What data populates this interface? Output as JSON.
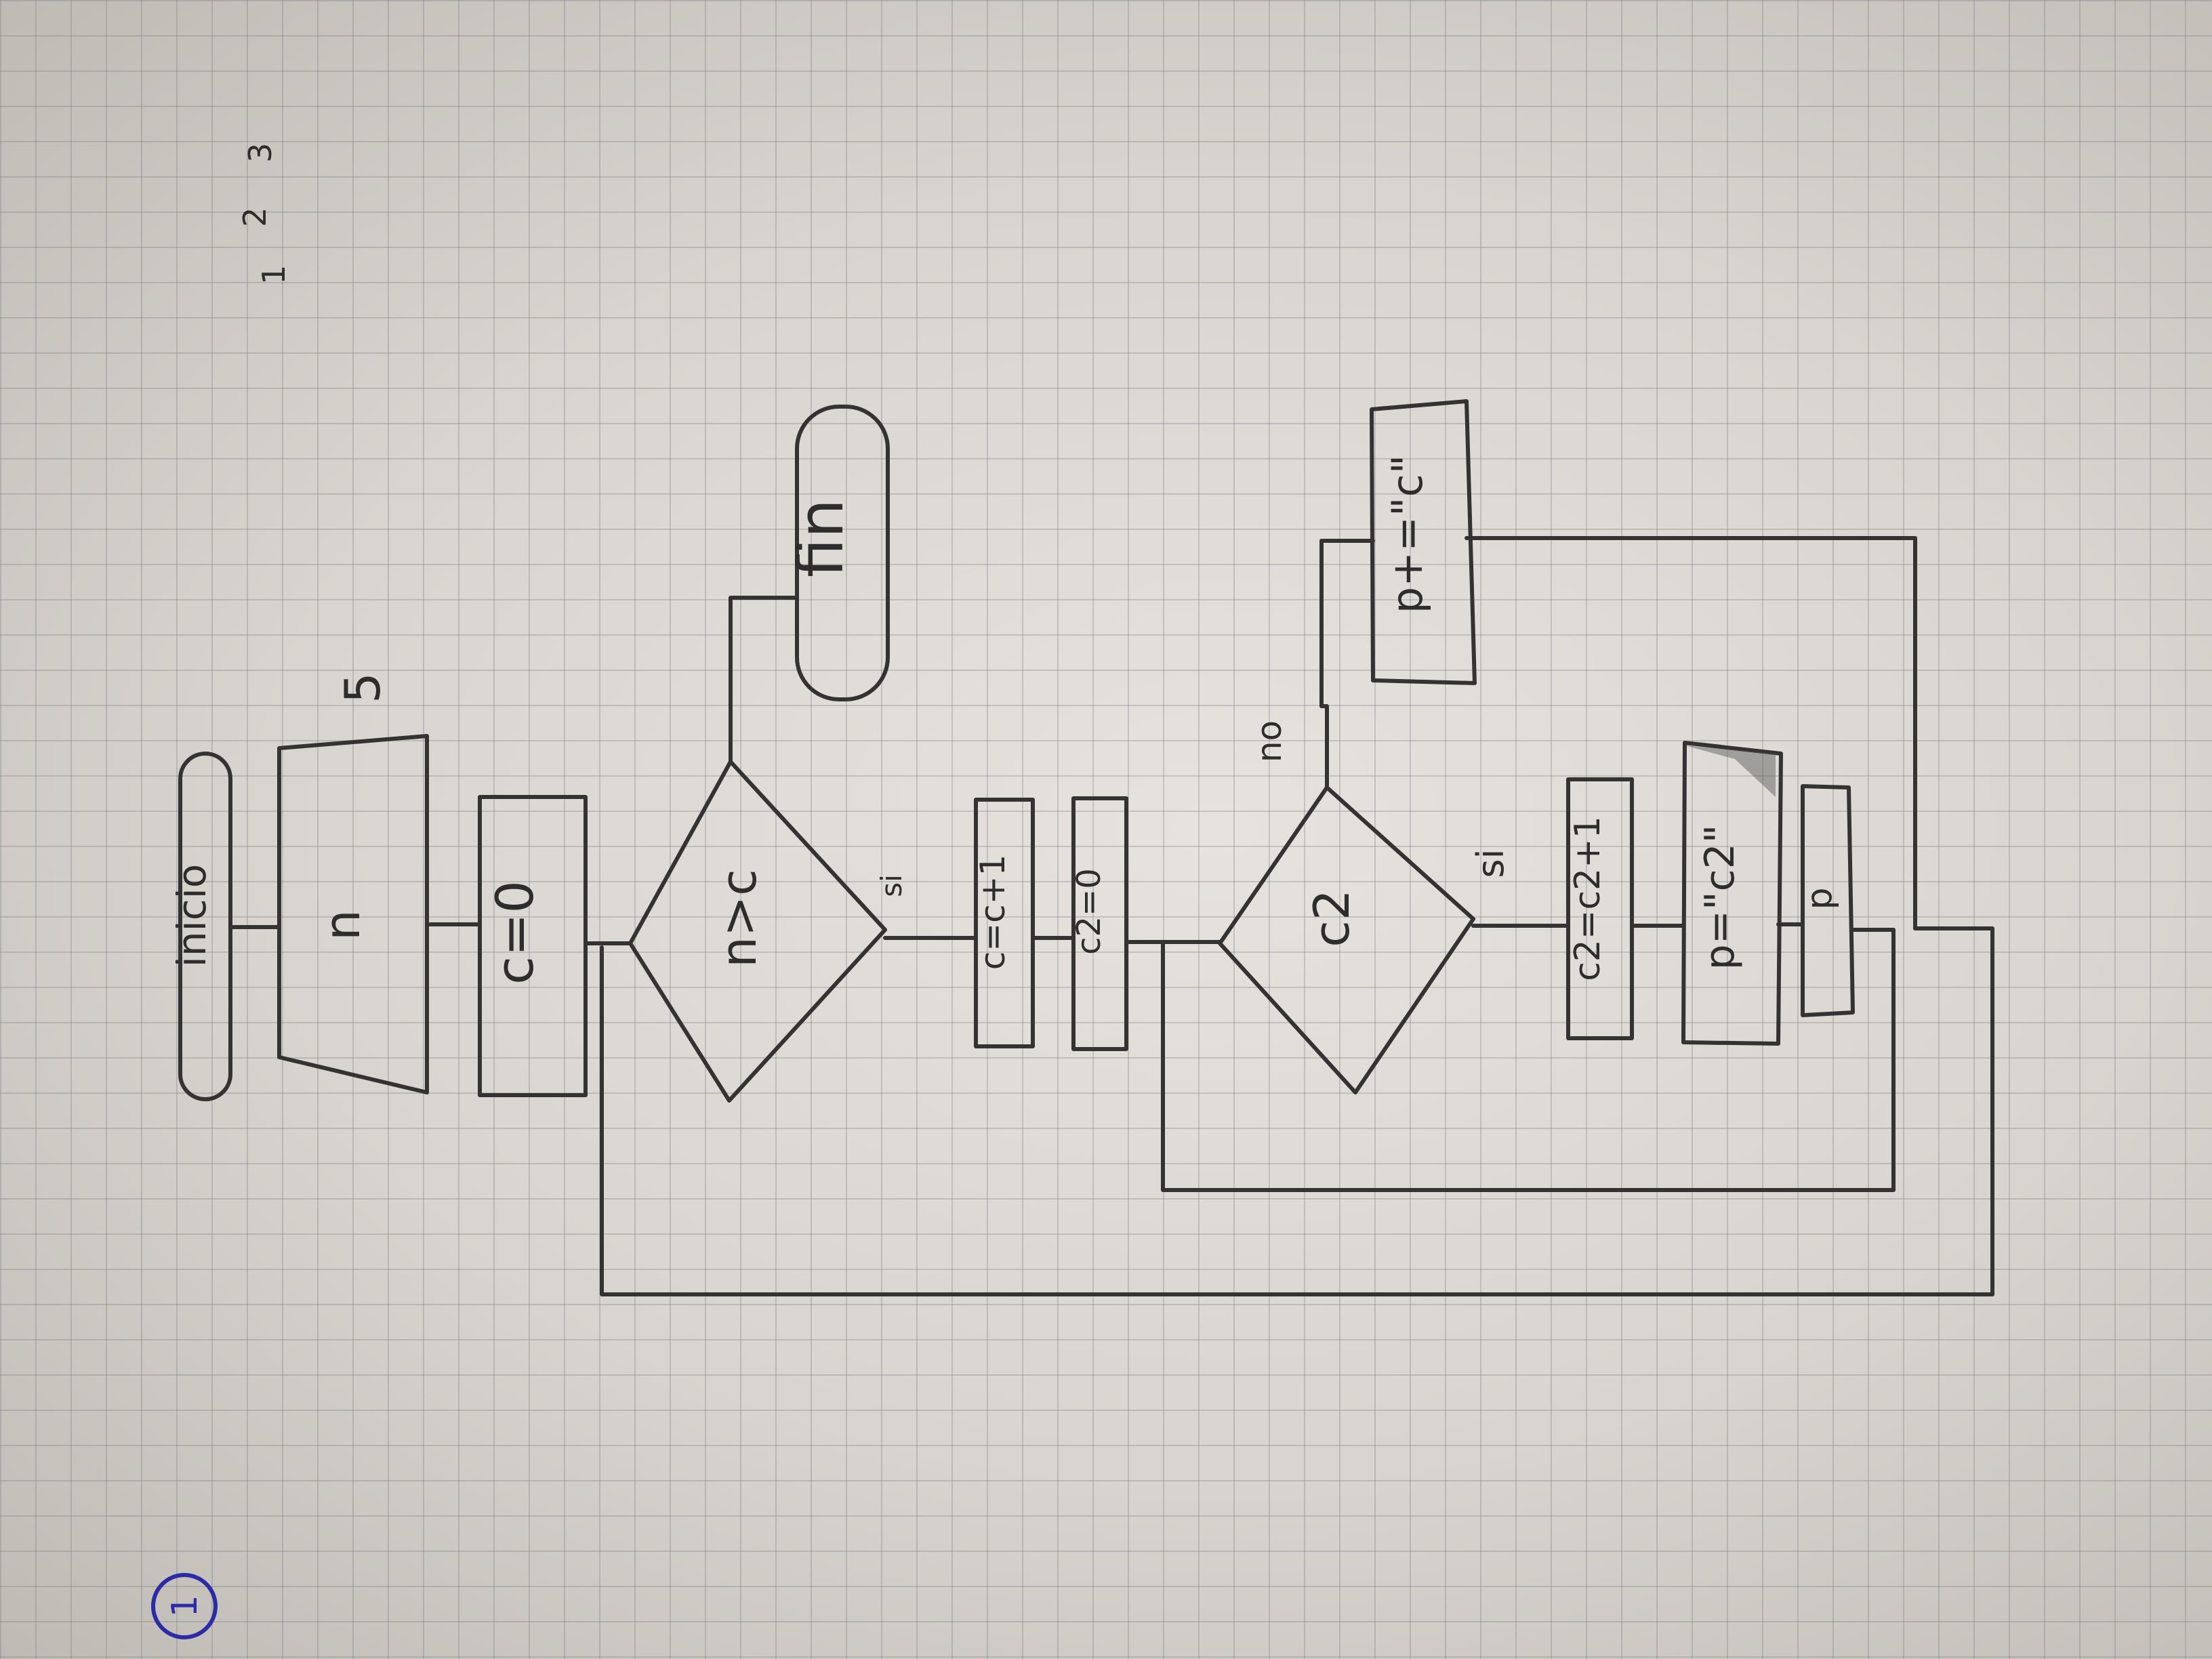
{
  "page_number": "1",
  "corner_note": [
    "1",
    "2",
    "3"
  ],
  "nodes": {
    "inicio": "inicio",
    "input_n": "n",
    "input_n_note": "5",
    "assign_c": "c=0",
    "decision_main": "n>c",
    "decision_main_yes": "si",
    "increment_c": "c=c+1",
    "reset_c2": "c2=0",
    "decision_c2": "c2",
    "decision_c2_yes": "si",
    "decision_c2_no": "no",
    "increment_c2": "c2=c2+1",
    "output_c2": "p=\"c2\"",
    "assign_p": "p",
    "output_p": "p+=\"c\"",
    "fin": "fin"
  }
}
